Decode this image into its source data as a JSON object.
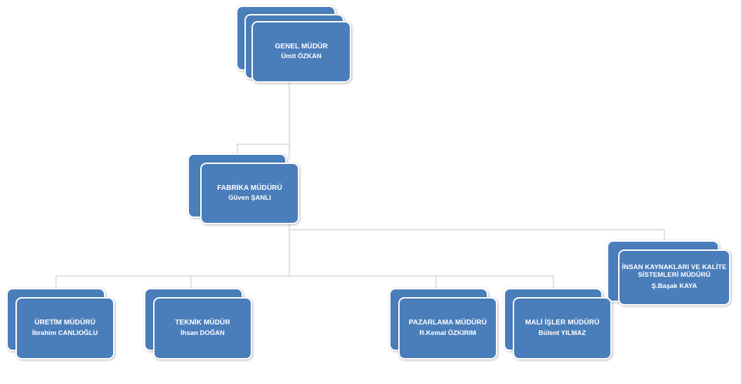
{
  "chart_data": {
    "type": "diagram",
    "diagram_kind": "organization-chart",
    "title": "",
    "node_fill_color": "#4a7ebb",
    "node_border_color": "#ffffff",
    "connector_color": "#d8d8d8",
    "text_color": "#ffffff",
    "nodes": [
      {
        "id": "genel-mudur",
        "title": "GENEL MÜDÜR",
        "person": "Ümit ÖZKAN",
        "level": 0,
        "stack_layers": 3,
        "parent": null
      },
      {
        "id": "fabrika-muduru",
        "title": "FABRİKA MÜDÜRÜ",
        "person": "Güven ŞANLI",
        "level": 1,
        "stack_layers": 2,
        "parent": "genel-mudur"
      },
      {
        "id": "insan-kaynaklari",
        "title": "İNSAN KAYNAKLARI VE KALİTE\nSİSTEMLERİ MÜDÜRÜ",
        "person": "Ş.Başak KAYA",
        "level": 2,
        "stack_layers": 2,
        "parent": "fabrika-muduru"
      },
      {
        "id": "uretim-muduru",
        "title": "ÜRETİM MÜDÜRÜ",
        "person": "İbrahim CANLIOĞLU",
        "level": 2,
        "stack_layers": 2,
        "parent": "fabrika-muduru"
      },
      {
        "id": "teknik-mudur",
        "title": "TEKNİK MÜDÜR",
        "person": "İhsan DOĞAN",
        "level": 2,
        "stack_layers": 2,
        "parent": "fabrika-muduru"
      },
      {
        "id": "pazarlama-muduru",
        "title": "PAZARLAMA MÜDÜRÜ",
        "person": "R.Kemal ÖZKIRIM",
        "level": 2,
        "stack_layers": 2,
        "parent": "fabrika-muduru"
      },
      {
        "id": "mali-isler-muduru",
        "title": "MALİ İŞLER MÜDÜRÜ",
        "person": "Bülent YILMAZ",
        "level": 2,
        "stack_layers": 2,
        "parent": "fabrika-muduru"
      }
    ]
  },
  "nodes": {
    "genel_mudur": {
      "title": "GENEL MÜDÜR",
      "person": "Ümit ÖZKAN"
    },
    "fabrika_muduru": {
      "title": "FABRİKA MÜDÜRÜ",
      "person": "Güven ŞANLI"
    },
    "insan_kaynaklari": {
      "title": "İNSAN KAYNAKLARI VE KALİTE\nSİSTEMLERİ MÜDÜRÜ",
      "person": "Ş.Başak KAYA"
    },
    "uretim_muduru": {
      "title": "ÜRETİM MÜDÜRÜ",
      "person": "İbrahim CANLIOĞLU"
    },
    "teknik_mudur": {
      "title": "TEKNİK MÜDÜR",
      "person": "İhsan DOĞAN"
    },
    "pazarlama_muduru": {
      "title": "PAZARLAMA MÜDÜRÜ",
      "person": "R.Kemal ÖZKIRIM"
    },
    "mali_isler": {
      "title": "MALİ İŞLER MÜDÜRÜ",
      "person": "Bülent YILMAZ"
    }
  }
}
